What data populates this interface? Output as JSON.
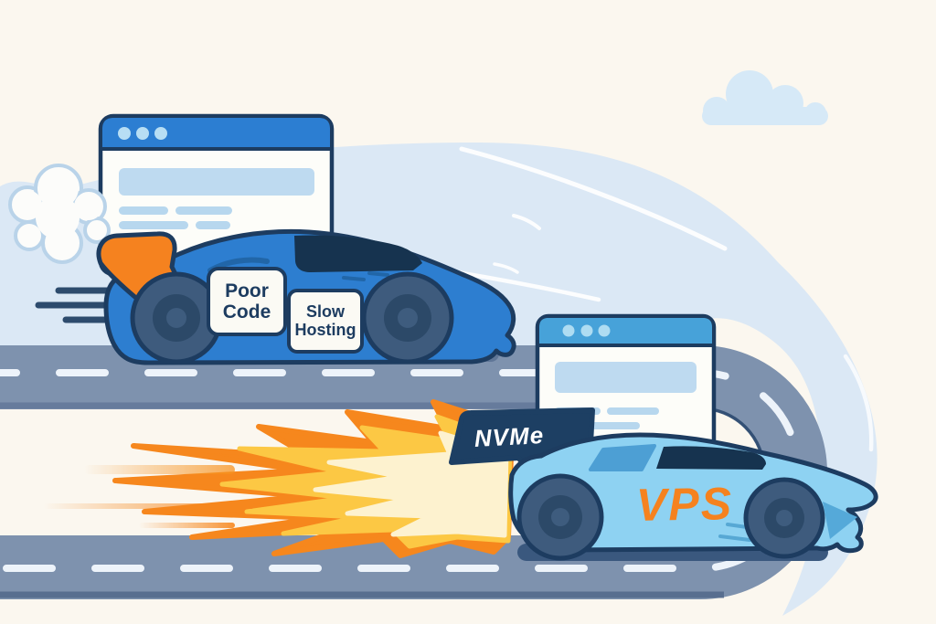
{
  "illustration": {
    "title": "Slow hosting vs fast NVMe VPS race illustration",
    "slow_car": {
      "plate_poor_code": {
        "line1": "Poor",
        "line2": "Code"
      },
      "plate_slow_hosting": {
        "line1": "Slow",
        "line2": "Hosting"
      }
    },
    "fast_car": {
      "nvme_badge": "NVMe",
      "vps_label": "VPS"
    },
    "colors": {
      "background_cream": "#fbf7ef",
      "sky_swoosh": "#dbe8f5",
      "road_slate": "#7e92ae",
      "road_dash": "#edf3fa",
      "outline_navy": "#1d3c60",
      "slow_car_blue": "#2d7ed0",
      "fast_car_blue": "#8ed2f2",
      "accent_orange": "#f5821f",
      "flame_orange": "#f6871d",
      "flame_yellow": "#fcc844",
      "flame_core": "#fdf2cf",
      "window1_titlebar": "#2c7ed2",
      "window2_titlebar": "#47a2d9",
      "nvme_badge_navy": "#1d3f63"
    }
  }
}
